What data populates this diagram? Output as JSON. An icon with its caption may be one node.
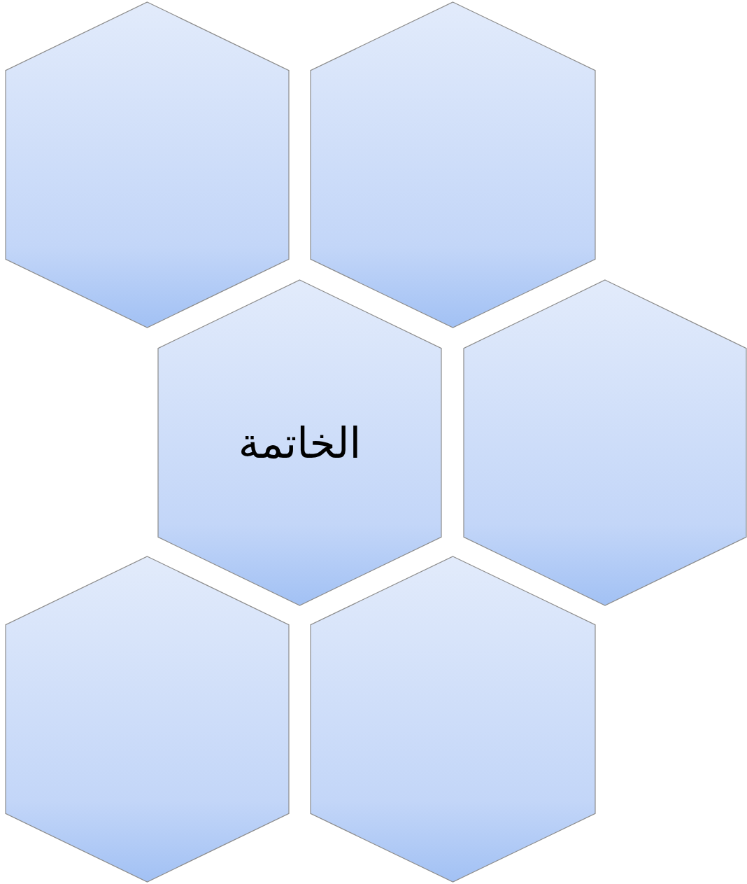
{
  "diagram": {
    "nodes": [
      {
        "text": [],
        "shape": "hexagon"
      },
      {
        "text": [],
        "shape": "hexagon"
      },
      {
        "text": [
          "الخاتمة"
        ]
      },
      {
        "text": [],
        "shape": "hexagon"
      },
      {
        "text": [],
        "shape": "hexagon"
      },
      {
        "text": [],
        "shape": "hexagon"
      }
    ]
  }
}
